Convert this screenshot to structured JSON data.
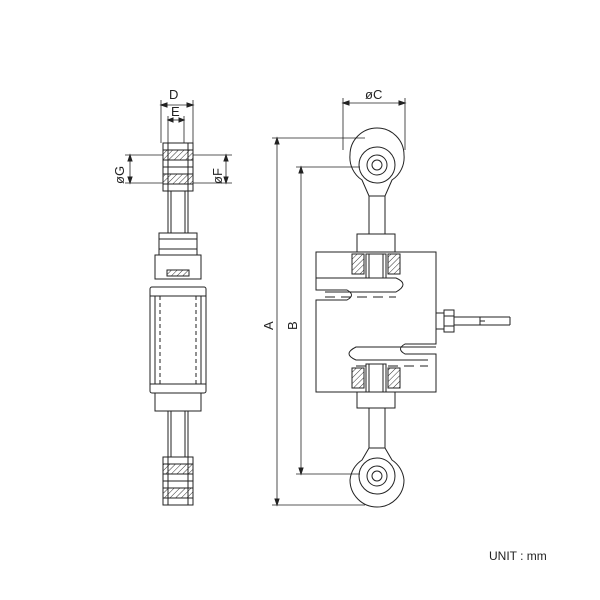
{
  "labels": {
    "D": "D",
    "E": "E",
    "G": "øG",
    "F": "øF",
    "C": "øC",
    "A": "A",
    "B": "B"
  },
  "unit_note": "UNIT : mm"
}
